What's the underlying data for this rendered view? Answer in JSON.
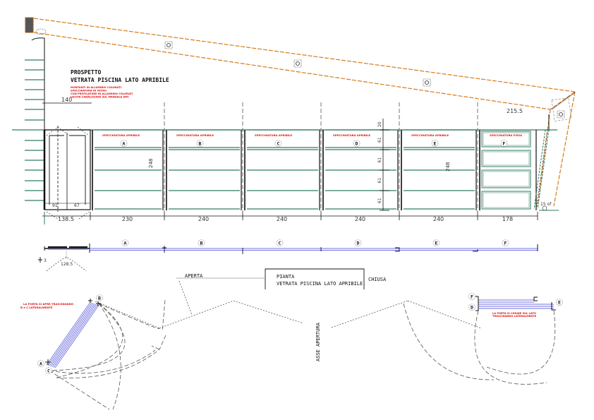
{
  "elevation": {
    "title": "PROSPETTO",
    "subtitle": "VETRATA PISCINA LATO APRIBILE",
    "notes": [
      "MONTANTI IN ALLUMINIO COLORATI",
      "SPECCHIATURA IN VETRO",
      "CON PROFILATURE IN ALLUMINIO COLORATI",
      "USCITA CANALIZZATA SUL MANUALE ART."
    ],
    "dim_140": "140",
    "dim_215_5": "215.5",
    "panels": [
      {
        "label": "SPECCHIATURA APRIBILE",
        "letter": "A",
        "width": "230"
      },
      {
        "label": "SPECCHIATURA APRIBILE",
        "letter": "B",
        "width": "240"
      },
      {
        "label": "SPECCHIATURA APRIBILE",
        "letter": "C",
        "width": "240"
      },
      {
        "label": "SPECCHIATURA APRIBILE",
        "letter": "D",
        "width": "240"
      },
      {
        "label": "SPECCHIATURA APRIBILE",
        "letter": "E",
        "width": "240"
      },
      {
        "label": "SPECCHIATURA FISSA",
        "letter": "F",
        "width": "178"
      }
    ],
    "door_width": "138.5",
    "door_labels": [
      "91",
      "67"
    ],
    "height_left": "248",
    "height_right": "248",
    "vertical_dims": [
      "20",
      "61",
      "61",
      "61",
      "61"
    ],
    "corner_dim": "15 of",
    "ceiling_symbol": "O"
  },
  "plan_strip": {
    "letters": [
      "A",
      "B",
      "C",
      "D",
      "E",
      "F"
    ],
    "door_dim": "128.5",
    "small_dim": "3"
  },
  "plan": {
    "title": "PIANTA",
    "subtitle": "VETRATA PISCINA LATO APRIBILE",
    "open_label": "APERTA",
    "closed_label": "CHIUSA",
    "axis_label": "ASSE APERTURA",
    "left_note": [
      "LA PORTA SI APRE TRASCINANDO",
      "B e C LATERALMENTE"
    ],
    "left_letters": [
      "A",
      "B",
      "C"
    ],
    "right_note": [
      "LA PORTA SI CHIUDE SUL LATO",
      "TRASCINANDO LATERALMENTE"
    ],
    "right_letters": [
      "F",
      "D",
      "E"
    ]
  },
  "colors": {
    "structure": "#d97a1a",
    "glass_profile": "#2e7d62",
    "glass_plan": "#6f6fe0",
    "notes": "#e01010"
  }
}
